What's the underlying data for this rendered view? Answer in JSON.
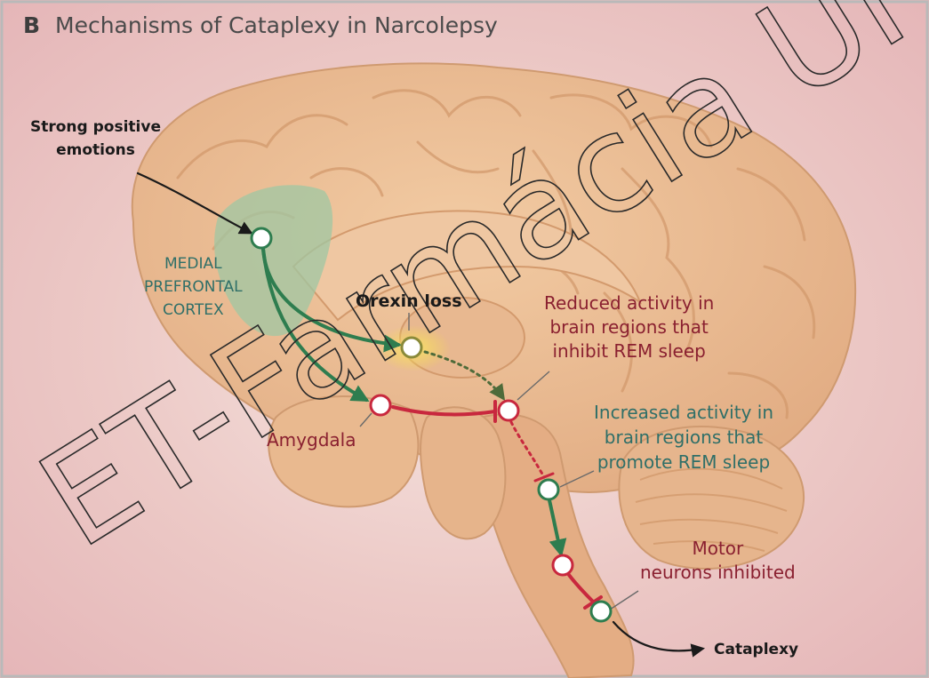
{
  "panel": {
    "letter": "B",
    "title": "Mechanisms of Cataplexy in Narcolepsy"
  },
  "labels": {
    "strong_positive_emotions": [
      "Strong positive",
      "emotions"
    ],
    "medial_prefrontal_cortex": [
      "MEDIAL",
      "PREFRONTAL",
      "CORTEX"
    ],
    "orexin_loss": "Orexin loss",
    "reduced_activity": [
      "Reduced activity in",
      "brain regions that",
      "inhibit REM sleep"
    ],
    "increased_activity": [
      "Increased activity in",
      "brain regions that",
      "promote REM sleep"
    ],
    "amygdala": "Amygdala",
    "motor_neurons": [
      "Motor",
      "neurons inhibited"
    ],
    "cataplexy": "Cataplexy"
  },
  "watermark": "ET-Farmácia UF",
  "colors": {
    "background": "#f2dede",
    "brain": "#ebbd94",
    "brain_shadow": "#d9a277",
    "excitatory": "#2e7d4f",
    "inhibitory": "#c8283e",
    "prefrontal_region": "#9fc7a3",
    "orexin_region": "#f5dc4a",
    "text_red": "#8a2030",
    "text_teal": "#2f6f68"
  }
}
